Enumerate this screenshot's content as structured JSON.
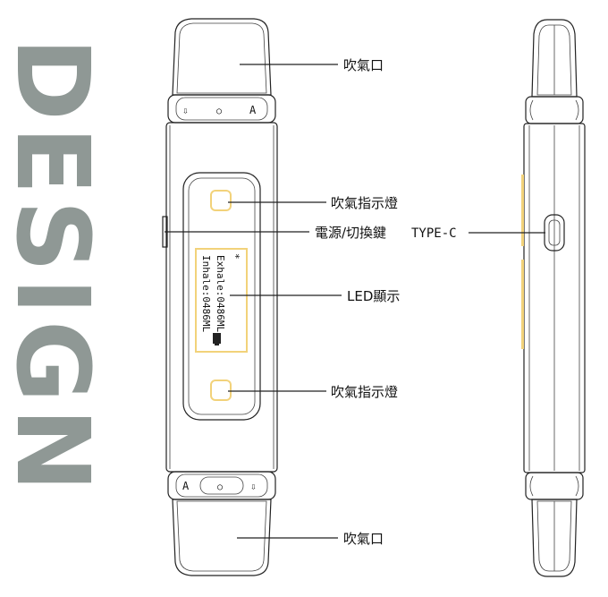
{
  "brand_text": "DESIGN",
  "labels": {
    "inlet_top": "吹氣口",
    "indicator_top": "吹氣指示燈",
    "power_button": "電源/切換鍵",
    "led_display": "LED顯示",
    "indicator_bottom": "吹氣指示燈",
    "inlet_bottom": "吹氣口",
    "type_c": "TYPE-C"
  },
  "screen": {
    "line1": "Exhale:0486ML",
    "line2": "Inhale:0486ML",
    "bt_symbol": "∗"
  },
  "buttons": {
    "top_left": "⇩",
    "top_center": "○",
    "top_right": "A",
    "bottom_left": "A",
    "bottom_center": "○",
    "bottom_right": "⇩"
  },
  "colors": {
    "accent": "#f2d27a",
    "design_gray": "#8f9895",
    "line": "#222222"
  }
}
